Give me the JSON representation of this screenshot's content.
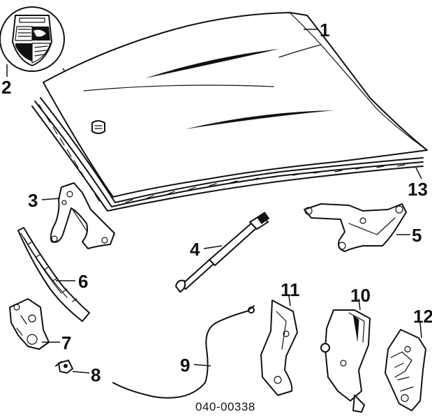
{
  "diagram": {
    "ref_code": "040-00338",
    "callouts": [
      {
        "id": "hood",
        "label": "1"
      },
      {
        "id": "emblem",
        "label": "2"
      },
      {
        "id": "hinge",
        "label": "3"
      },
      {
        "id": "strut",
        "label": "4"
      },
      {
        "id": "hinge-right",
        "label": "5"
      },
      {
        "id": "seal-strip",
        "label": "6"
      },
      {
        "id": "latch",
        "label": "7"
      },
      {
        "id": "clip",
        "label": "8"
      },
      {
        "id": "cable",
        "label": "9"
      },
      {
        "id": "bracket-10",
        "label": "10"
      },
      {
        "id": "bracket-11",
        "label": "11"
      },
      {
        "id": "bracket-12",
        "label": "12"
      },
      {
        "id": "hood-seal",
        "label": "13"
      }
    ]
  }
}
